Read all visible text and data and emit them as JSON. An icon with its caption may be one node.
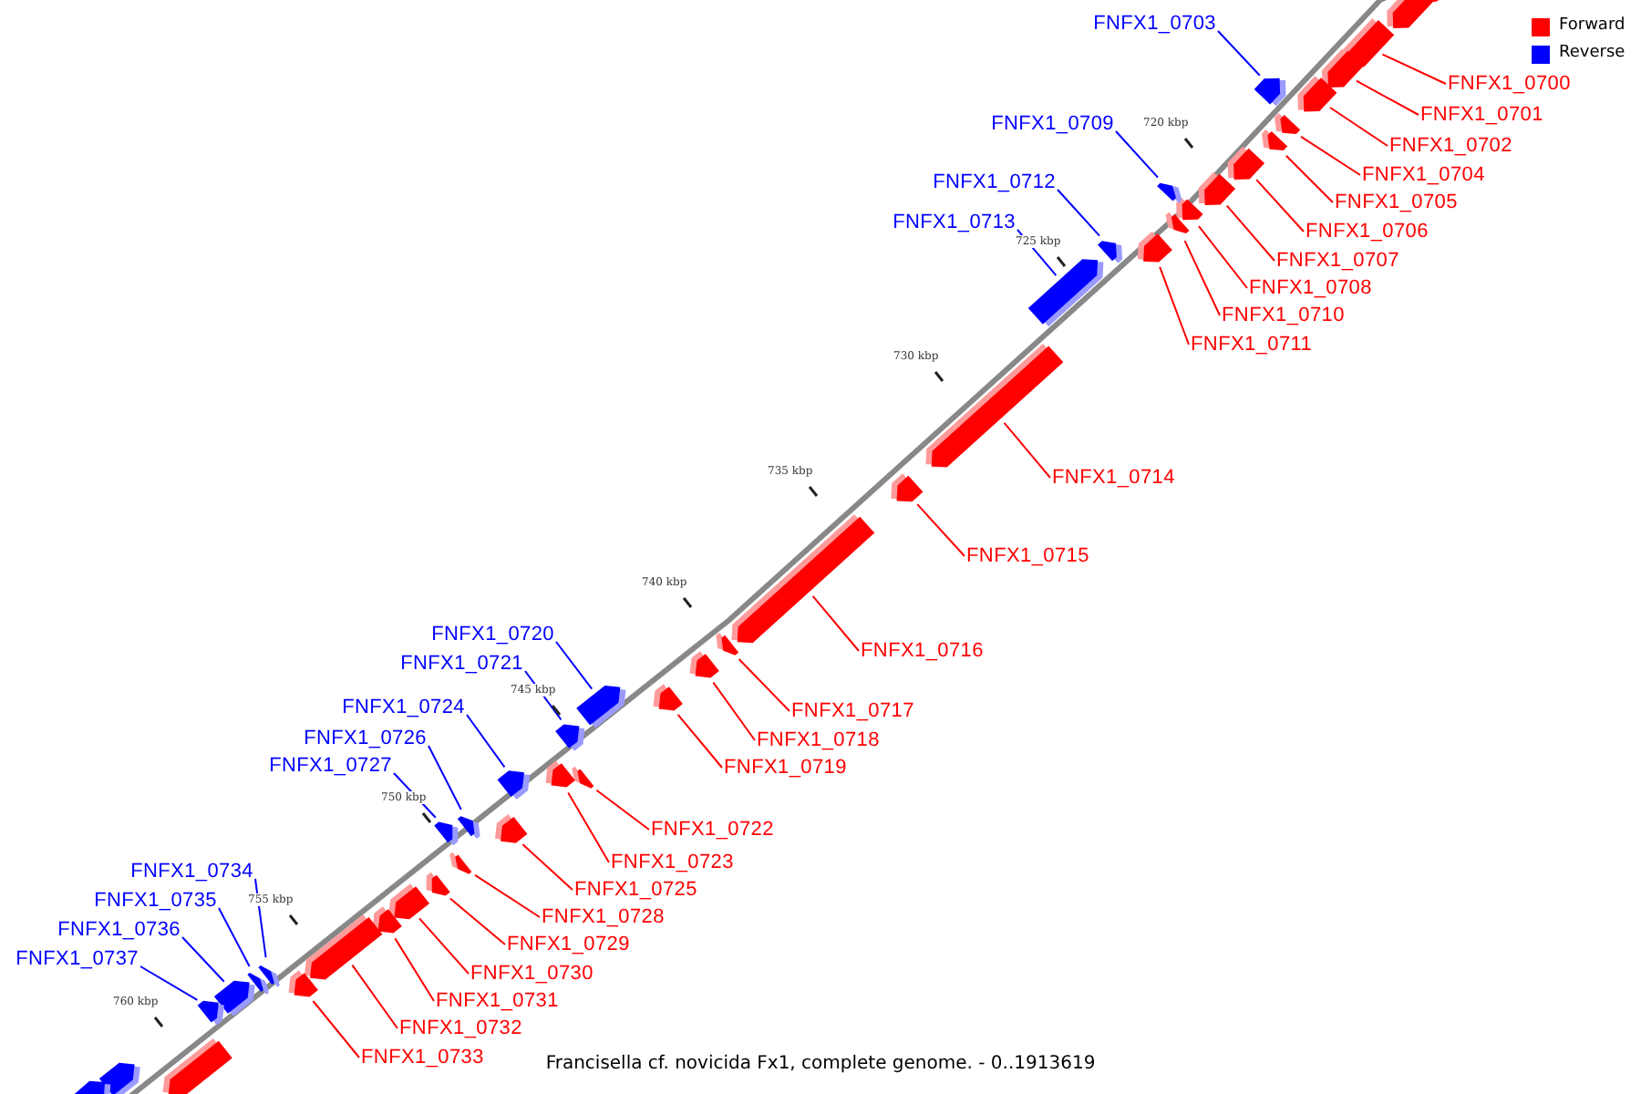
{
  "diagram": {
    "caption": "Francisella cf. novicida Fx1, complete genome. - 0..1913619",
    "nodes": [
      {
        "text": [
          "FNFX1_0700"
        ]
      },
      {
        "text": [
          "FNFX1_0701"
        ]
      },
      {
        "text": [
          "FNFX1_0702"
        ]
      },
      {
        "text": [
          "FNFX1_0703"
        ]
      },
      {
        "text": [
          "FNFX1_0704"
        ]
      },
      {
        "text": [
          "FNFX1_0705"
        ]
      },
      {
        "text": [
          "FNFX1_0706"
        ]
      },
      {
        "text": [
          "FNFX1_0707"
        ]
      },
      {
        "text": [
          "FNFX1_0708"
        ]
      },
      {
        "text": [
          "FNFX1_0709"
        ]
      },
      {
        "text": [
          "FNFX1_0710"
        ]
      },
      {
        "text": [
          "FNFX1_0711"
        ]
      },
      {
        "text": [
          "FNFX1_0712"
        ]
      },
      {
        "text": [
          "FNFX1_0713"
        ]
      },
      {
        "text": [
          "FNFX1_0714"
        ]
      },
      {
        "text": [
          "FNFX1_0715"
        ]
      },
      {
        "text": [
          "FNFX1_0716"
        ]
      },
      {
        "text": [
          "FNFX1_0717"
        ]
      },
      {
        "text": [
          "FNFX1_0718"
        ]
      },
      {
        "text": [
          "FNFX1_0719"
        ]
      },
      {
        "text": [
          "FNFX1_0720"
        ]
      },
      {
        "text": [
          "FNFX1_0721"
        ]
      },
      {
        "text": [
          "FNFX1_0722"
        ]
      },
      {
        "text": [
          "FNFX1_0723"
        ]
      },
      {
        "text": [
          "FNFX1_0724"
        ]
      },
      {
        "text": [
          "FNFX1_0725"
        ]
      },
      {
        "text": [
          "FNFX1_0726"
        ]
      },
      {
        "text": [
          "FNFX1_0727"
        ]
      },
      {
        "text": [
          "FNFX1_0728"
        ]
      },
      {
        "text": [
          "FNFX1_0729"
        ]
      },
      {
        "text": [
          "FNFX1_0730"
        ]
      },
      {
        "text": [
          "FNFX1_0731"
        ]
      },
      {
        "text": [
          "FNFX1_0732"
        ]
      },
      {
        "text": [
          "FNFX1_0733"
        ]
      },
      {
        "text": [
          "FNFX1_0734"
        ]
      },
      {
        "text": [
          "FNFX1_0735"
        ]
      },
      {
        "text": [
          "FNFX1_0736"
        ]
      },
      {
        "text": [
          "FNFX1_0737"
        ]
      },
      {
        "text": [],
        "shape": "arrow"
      },
      {
        "text": [],
        "shape": "arrow"
      },
      {
        "text": [],
        "shape": "arrow"
      },
      {
        "text": [],
        "shape": "arrow"
      },
      {
        "text": [],
        "shape": "arrow"
      },
      {
        "text": [],
        "shape": "arrow"
      },
      {
        "text": [],
        "shape": "arrow"
      },
      {
        "text": [],
        "shape": "arrow"
      },
      {
        "text": [],
        "shape": "arrow"
      },
      {
        "text": [],
        "shape": "arrow"
      },
      {
        "text": [],
        "shape": "arrow"
      },
      {
        "text": [],
        "shape": "arrow"
      },
      {
        "text": [],
        "shape": "arrow"
      },
      {
        "text": [],
        "shape": "arrow"
      },
      {
        "text": [],
        "shape": "arrow"
      },
      {
        "text": [],
        "shape": "arrow"
      },
      {
        "text": [],
        "shape": "arrow"
      },
      {
        "text": [],
        "shape": "arrow"
      },
      {
        "text": [],
        "shape": "arrow"
      },
      {
        "text": [],
        "shape": "arrow"
      },
      {
        "text": [],
        "shape": "arrow"
      },
      {
        "text": [],
        "shape": "arrow"
      },
      {
        "text": [],
        "shape": "arrow"
      },
      {
        "text": [],
        "shape": "arrow"
      },
      {
        "text": [],
        "shape": "arrow"
      },
      {
        "text": [],
        "shape": "arrow"
      },
      {
        "text": [],
        "shape": "arrow"
      },
      {
        "text": [],
        "shape": "arrow"
      },
      {
        "text": [],
        "shape": "arrow"
      },
      {
        "text": [],
        "shape": "arrow"
      },
      {
        "text": [],
        "shape": "arrow"
      },
      {
        "text": [],
        "shape": "arrow"
      },
      {
        "text": [],
        "shape": "arrow"
      },
      {
        "text": [],
        "shape": "arrow"
      },
      {
        "text": [],
        "shape": "arrow"
      },
      {
        "text": [],
        "shape": "arrow"
      },
      {
        "text": [],
        "shape": "arrow"
      },
      {
        "text": [],
        "shape": "arrow"
      },
      {
        "text": [],
        "shape": "arrow"
      },
      {
        "text": [],
        "shape": "arrow"
      },
      {
        "text": [],
        "shape": "arrow"
      },
      {
        "text": [],
        "shape": "arrow"
      },
      {
        "text": [],
        "shape": "arrow"
      }
    ],
    "edges": [
      {
        "from": 0,
        "to": 38,
        "arrow": "none"
      },
      {
        "from": 1,
        "to": 39,
        "arrow": "none"
      },
      {
        "from": 2,
        "to": 40,
        "arrow": "none"
      },
      {
        "from": 3,
        "to": 41,
        "arrow": "none",
        "color": "#0000ff"
      },
      {
        "from": 4,
        "to": 42,
        "arrow": "none"
      },
      {
        "from": 5,
        "to": 43,
        "arrow": "none"
      },
      {
        "from": 6,
        "to": 44,
        "arrow": "none"
      },
      {
        "from": 7,
        "to": 45,
        "arrow": "none"
      },
      {
        "from": 8,
        "to": 46,
        "arrow": "none"
      },
      {
        "from": 9,
        "to": 47,
        "arrow": "none",
        "color": "#0000ff"
      },
      {
        "from": 10,
        "to": 48,
        "arrow": "none"
      },
      {
        "from": 11,
        "to": 49,
        "arrow": "none"
      },
      {
        "from": 12,
        "to": 50,
        "arrow": "none",
        "color": "#0000ff"
      },
      {
        "from": 13,
        "to": 51,
        "arrow": "none",
        "color": "#0000ff"
      },
      {
        "from": 14,
        "to": 52,
        "arrow": "none"
      },
      {
        "from": 15,
        "to": 53,
        "arrow": "none"
      },
      {
        "from": 16,
        "to": 54,
        "arrow": "none"
      },
      {
        "from": 17,
        "to": 55,
        "arrow": "none"
      },
      {
        "from": 18,
        "to": 56,
        "arrow": "none"
      },
      {
        "from": 19,
        "to": 57,
        "arrow": "none"
      },
      {
        "from": 20,
        "to": 58,
        "arrow": "none",
        "color": "#0000ff"
      },
      {
        "from": 21,
        "to": 59,
        "arrow": "none",
        "color": "#0000ff"
      },
      {
        "from": 22,
        "to": 60,
        "arrow": "none"
      },
      {
        "from": 23,
        "to": 61,
        "arrow": "none"
      },
      {
        "from": 24,
        "to": 62,
        "arrow": "none",
        "color": "#0000ff"
      },
      {
        "from": 25,
        "to": 63,
        "arrow": "none"
      },
      {
        "from": 26,
        "to": 64,
        "arrow": "none",
        "color": "#0000ff"
      },
      {
        "from": 27,
        "to": 65,
        "arrow": "none",
        "color": "#0000ff"
      },
      {
        "from": 28,
        "to": 66,
        "arrow": "none"
      },
      {
        "from": 29,
        "to": 67,
        "arrow": "none"
      },
      {
        "from": 30,
        "to": 68,
        "arrow": "none"
      },
      {
        "from": 31,
        "to": 69,
        "arrow": "none"
      },
      {
        "from": 32,
        "to": 70,
        "arrow": "none"
      },
      {
        "from": 33,
        "to": 71,
        "arrow": "none"
      },
      {
        "from": 34,
        "to": 72,
        "arrow": "none",
        "color": "#0000ff"
      },
      {
        "from": 35,
        "to": 73,
        "arrow": "none",
        "color": "#0000ff"
      },
      {
        "from": 36,
        "to": 74,
        "arrow": "none",
        "color": "#0000ff"
      },
      {
        "from": 37,
        "to": 75,
        "arrow": "none",
        "color": "#0000ff"
      }
    ],
    "labels": [
      "720 kbp",
      "725 kbp",
      "730 kbp",
      "735 kbp",
      "740 kbp",
      "745 kbp",
      "750 kbp",
      "755 kbp",
      "760 kbp"
    ],
    "legend": [
      {
        "text": "Forward",
        "color": "#ff0000"
      },
      {
        "text": "Reverse",
        "color": "#0000ff"
      }
    ]
  }
}
